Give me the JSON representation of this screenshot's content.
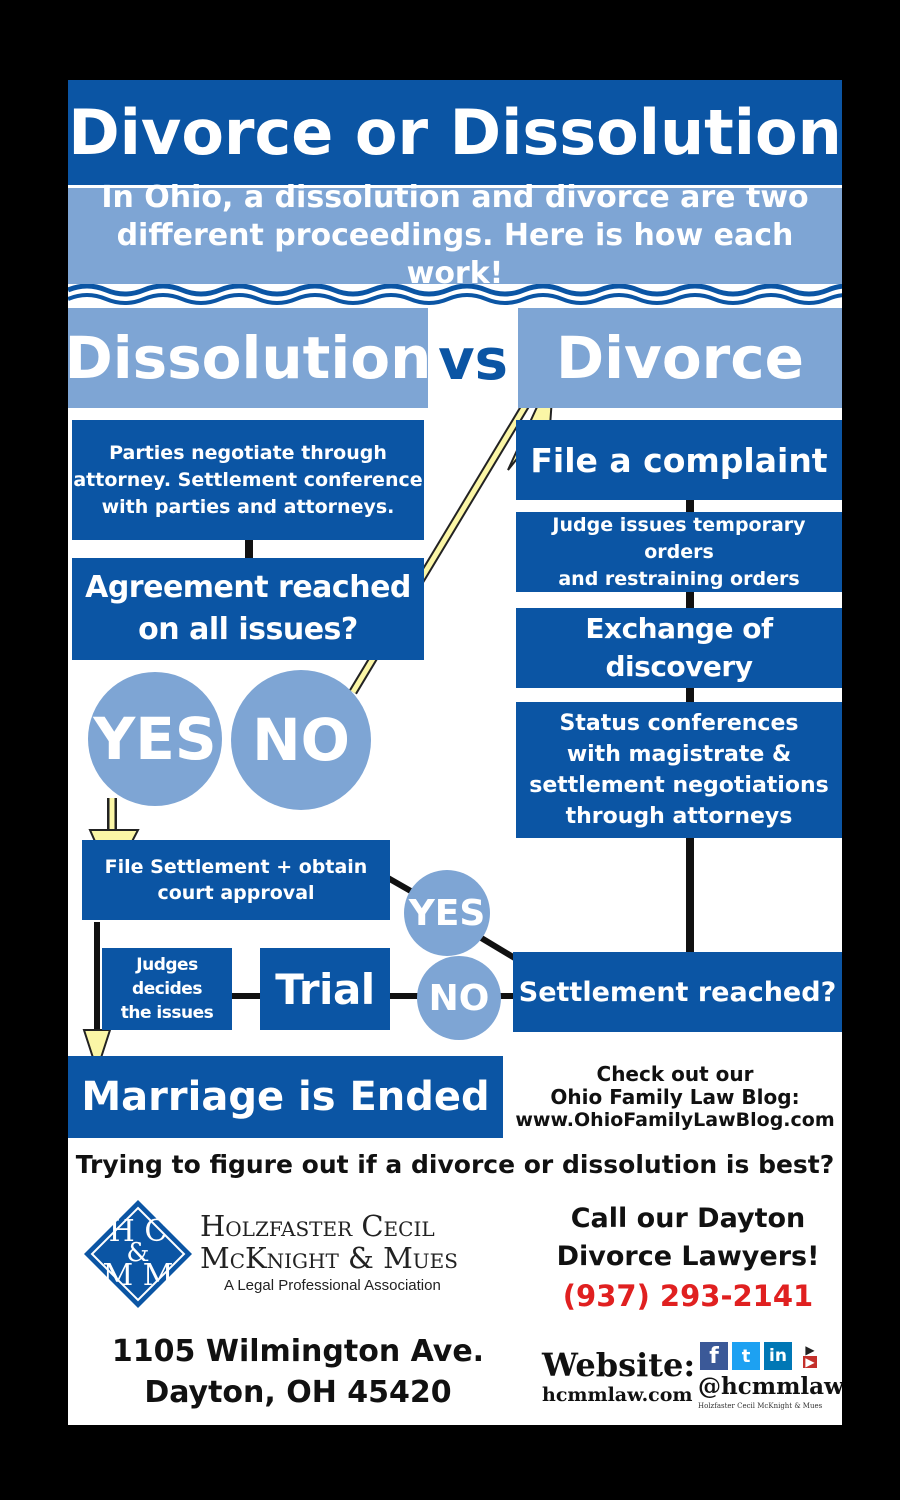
{
  "header": {
    "title": "Divorce or Dissolution",
    "subtitle_line1": "In Ohio, a dissolution and divorce are two",
    "subtitle_line2": "different proceedings. Here is how each work!"
  },
  "columns": {
    "left_title": "Dissolution",
    "vs": "vs",
    "right_title": "Divorce"
  },
  "dissolution": {
    "step1_line1": "Parties negotiate through",
    "step1_line2": "attorney. Settlement conference",
    "step1_line3": "with parties and attorneys.",
    "question_line1": "Agreement reached",
    "question_line2": "on all issues?",
    "yes": "YES",
    "no": "NO",
    "file_line1": "File Settlement + obtain",
    "file_line2": "court approval"
  },
  "divorce": {
    "step1": "File a complaint",
    "step2_line1": "Judge issues temporary orders",
    "step2_line2": "and restraining orders",
    "step3_line1": "Exchange of",
    "step3_line2": "discovery",
    "step4_line1": "Status conferences",
    "step4_line2": "with magistrate &",
    "step4_line3": "settlement negotiations",
    "step4_line4": "through attorneys",
    "settlement": "Settlement reached?",
    "yes": "YES",
    "no": "NO",
    "trial": "Trial",
    "judge_line1": "Judges decides",
    "judge_line2": "the issues"
  },
  "outcome": "Marriage is Ended",
  "blog": {
    "line1": "Check out our",
    "line2": "Ohio Family Law Blog:",
    "line3": "www.OhioFamilyLawBlog.com"
  },
  "question_banner": "Trying to figure out if a divorce or dissolution is best?",
  "firm": {
    "logo_letters_top": "H C",
    "logo_letters_amp": "&",
    "logo_letters_bottom": "M M",
    "name_line1": "Holzfaster Cecil",
    "name_line2": "McKnight & Mues",
    "tagline": "A Legal Professional Association",
    "address_line1": "1105 Wilmington Ave.",
    "address_line2": "Dayton, OH 45420"
  },
  "contact": {
    "call_line1": "Call our Dayton",
    "call_line2": "Divorce Lawyers!",
    "phone": "(937) 293-2141",
    "phone_color": "#e02020",
    "website_label": "Website:",
    "website_url": "hcmmlaw.com",
    "handle": "@hcmmlaw",
    "handle_caption": "Holzfaster Cecil McKnight & Mues",
    "social_icons": [
      "facebook-icon",
      "twitter-icon",
      "linkedin-icon",
      "youtube-icon"
    ]
  },
  "colors": {
    "dark_blue": "#0b55a4",
    "light_blue": "#7ea5d4",
    "arrow_yellow": "#fbf6a6"
  }
}
